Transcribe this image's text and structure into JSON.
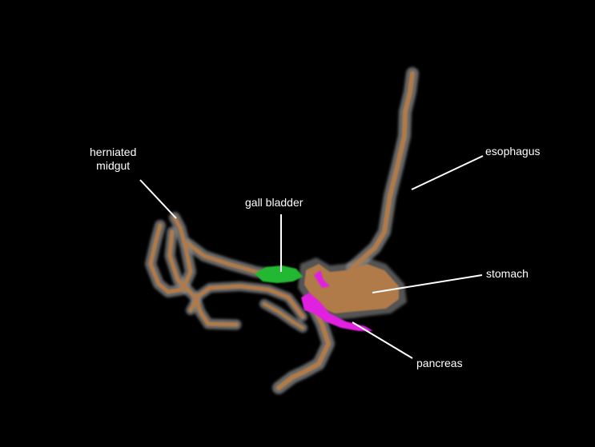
{
  "labels": {
    "herniated_midgut": [
      "herniated",
      "midgut"
    ],
    "gall_bladder": "gall bladder",
    "esophagus": "esophagus",
    "stomach": "stomach",
    "pancreas": "pancreas"
  },
  "colors": {
    "background": "#000000",
    "tissue_core": "#b07a48",
    "tissue_halo": "#9a9a9a",
    "gall_bladder": "#22b832",
    "pancreas": "#e020e0",
    "leader_lines": "#ffffff"
  }
}
